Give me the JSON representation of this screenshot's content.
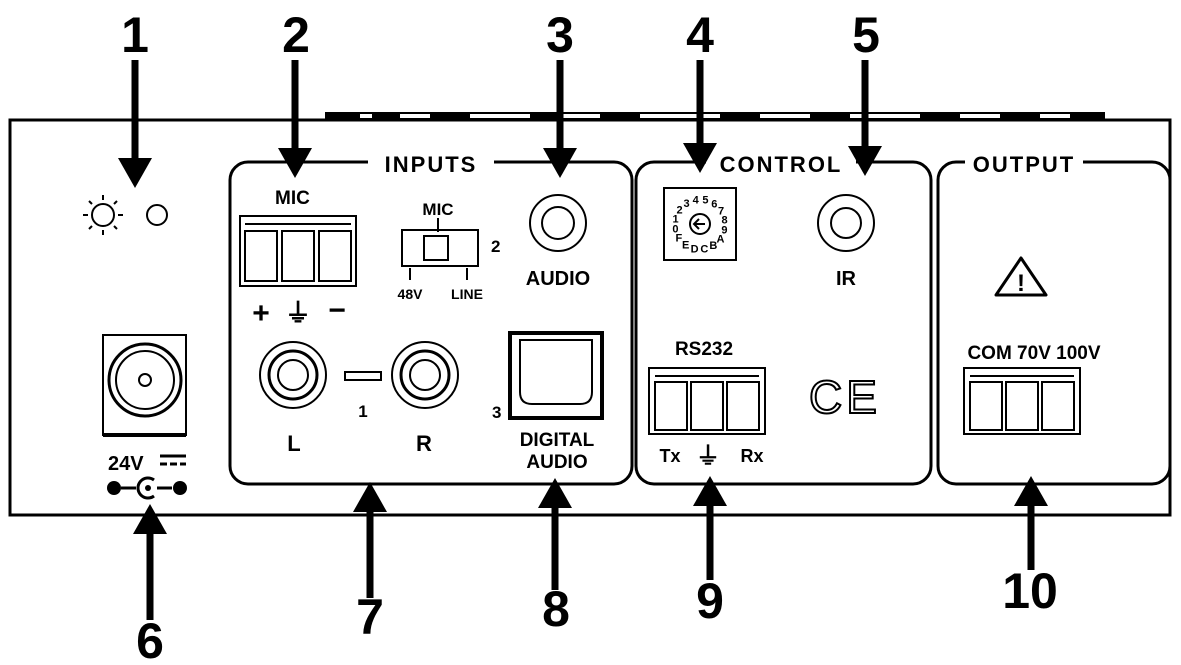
{
  "callouts": [
    "1",
    "2",
    "3",
    "4",
    "5",
    "6",
    "7",
    "8",
    "9",
    "10"
  ],
  "sections": {
    "inputs": "INPUTS",
    "control": "CONTROL",
    "output": "OUTPUT"
  },
  "inputs": {
    "mic_label": "MIC",
    "mic_terminals": [
      "+",
      "⏚",
      "−"
    ],
    "switch_top": "MIC",
    "switch_left": "48V",
    "switch_right": "LINE",
    "switch_num": "2",
    "audio_label": "AUDIO",
    "rca_left": "L",
    "rca_right": "R",
    "rca_num": "1",
    "digital_num": "3",
    "digital_label_1": "DIGITAL",
    "digital_label_2": "AUDIO"
  },
  "control": {
    "dial_chars": "0123456789ABCDEF",
    "ir_label": "IR",
    "rs232_label": "RS232",
    "rs232_terminals": [
      "Tx",
      "⏚",
      "Rx"
    ],
    "ce_mark": "CE"
  },
  "output": {
    "warning_symbol": "!",
    "terminals_label": "COM 70V 100V"
  },
  "power": {
    "voltage_label": "24V"
  }
}
